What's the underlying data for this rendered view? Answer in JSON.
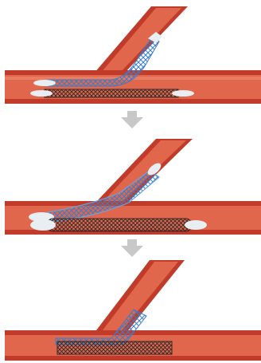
{
  "figure": {
    "colors": {
      "vessel_wall": "#c13b2a",
      "vessel_lumen": "#e0664c",
      "vessel_highlight": "#f08a70",
      "stent_blue": "#4d8fd6",
      "stent_gray": "#3a3a3a",
      "balloon": "#e8eef2",
      "arrow_fill": "#c8c8c8"
    },
    "panels": [
      {
        "step": 1,
        "description_icon": "branch-stent-wire-positioning"
      },
      {
        "step": 2,
        "description_icon": "kissing-balloon-inflation"
      },
      {
        "step": 3,
        "description_icon": "deployed-bifurcation-stents"
      }
    ],
    "arrows": [
      {
        "icon": "down-arrow-icon"
      },
      {
        "icon": "down-arrow-icon"
      }
    ]
  }
}
